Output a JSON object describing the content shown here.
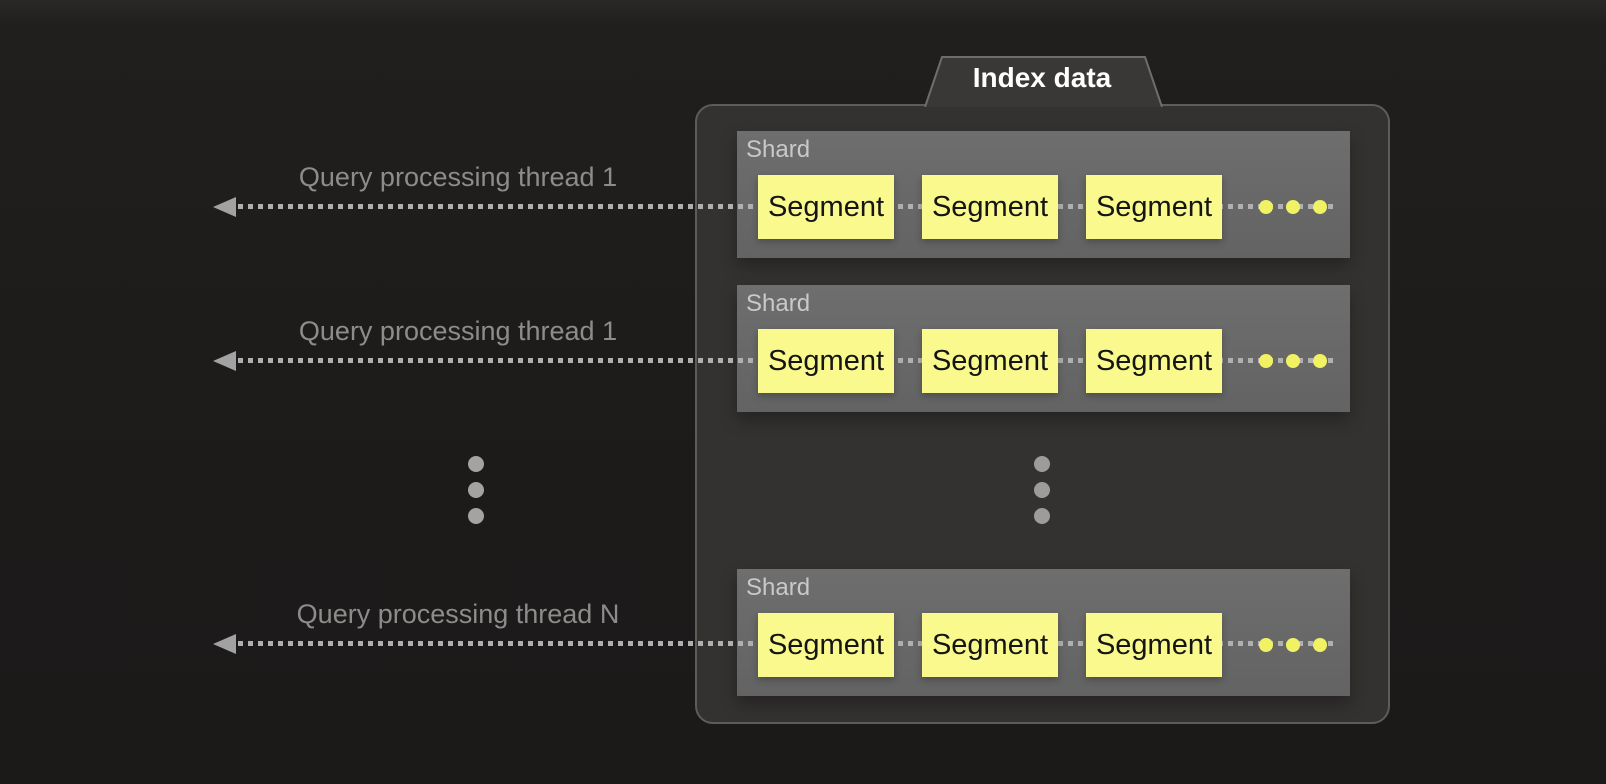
{
  "diagram": {
    "tab": {
      "label": "Index data"
    },
    "threads": [
      {
        "label": "Query processing thread 1"
      },
      {
        "label": "Query processing thread 1"
      },
      {
        "label": "Query processing thread N"
      }
    ],
    "shards": [
      {
        "label": "Shard",
        "segments": [
          "Segment",
          "Segment",
          "Segment"
        ]
      },
      {
        "label": "Shard",
        "segments": [
          "Segment",
          "Segment",
          "Segment"
        ]
      },
      {
        "label": "Shard",
        "segments": [
          "Segment",
          "Segment",
          "Segment"
        ]
      }
    ],
    "ellipses": {
      "left": "vertical-ellipsis",
      "center": "vertical-ellipsis",
      "shard_row": "horizontal-ellipsis"
    },
    "colors": {
      "page_background": "#1d1b1a",
      "container_fill": "#343231",
      "container_border": "#5e5c5a",
      "shard_fill": "#6a6a6a",
      "shard_label_text": "#c9c9c9",
      "segment_fill": "#f9f98d",
      "segment_text": "#151515",
      "tab_text": "#ffffff",
      "thread_label_text": "#8e8c8b",
      "dotted_line": "#b0b0b0",
      "arrow_head": "#a2a2a2",
      "gray_ellipsis_dot": "#a3a3a3",
      "yellow_ellipsis_dot": "#f0f263"
    }
  }
}
